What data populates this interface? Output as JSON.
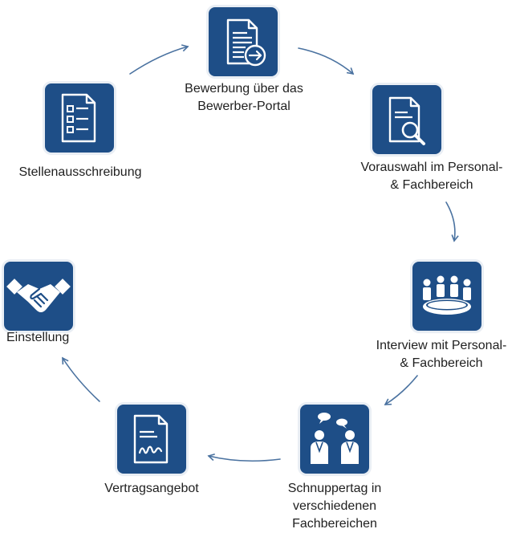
{
  "diagram": {
    "accent": "#1e4e87",
    "arrow_color": "#4a72a0",
    "steps": [
      {
        "id": "bewerbung",
        "icon": "document-arrow-icon",
        "label_lines": [
          "Bewerbung über das",
          "Bewerber-Portal"
        ]
      },
      {
        "id": "vorauswahl",
        "icon": "document-search-icon",
        "label_lines": [
          "Vorauswahl im Personal-",
          "& Fachbereich"
        ]
      },
      {
        "id": "interview",
        "icon": "meeting-table-icon",
        "label_lines": [
          "Interview mit Personal-",
          "& Fachbereich"
        ]
      },
      {
        "id": "schnuppertag",
        "icon": "conversation-people-icon",
        "label_lines": [
          "Schnuppertag in",
          "verschiedenen",
          "Fachbereichen"
        ]
      },
      {
        "id": "vertragsangebot",
        "icon": "contract-signature-icon",
        "label_lines": [
          "Vertragsangebot"
        ]
      },
      {
        "id": "einstellung",
        "icon": "handshake-icon",
        "label_lines": [
          "Einstellung"
        ]
      },
      {
        "id": "stellenausschreibung",
        "icon": "checklist-icon",
        "label_lines": [
          "Stellenausschreibung"
        ]
      }
    ]
  }
}
